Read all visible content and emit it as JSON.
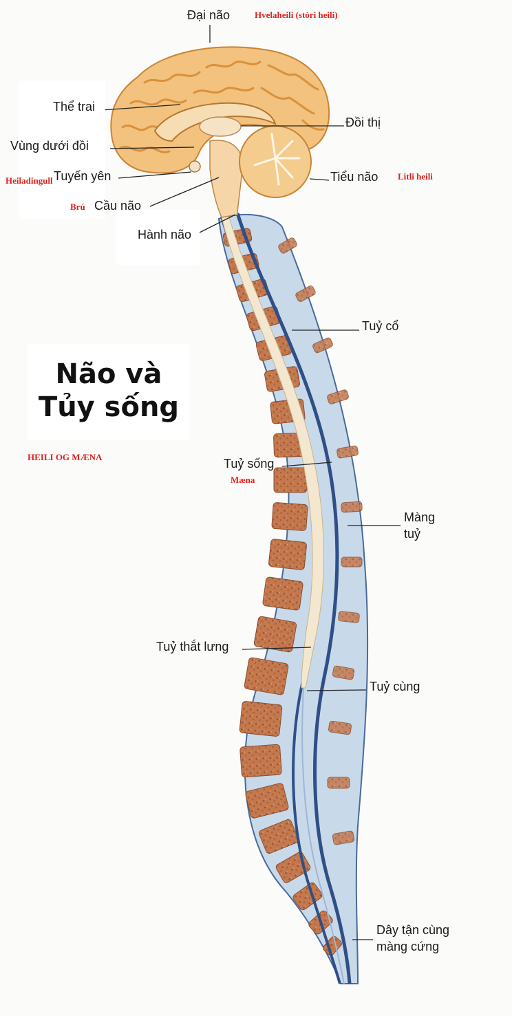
{
  "title": {
    "line1": "Não và",
    "line2": "Tủy sống"
  },
  "labels": {
    "dai_nao": "Đại não",
    "the_trai": "Thể trai",
    "doi_thi": "Đồi thị",
    "vung_duoi_doi": "Vùng dưới đồi",
    "tuyen_yen": "Tuyến yên",
    "tieu_nao": "Tiểu não",
    "cau_nao": "Cầu não",
    "hanh_nao": "Hành não",
    "tuy_co": "Tuỷ cổ",
    "tuy_song": "Tuỷ sống",
    "mang_tuy_1": "Màng",
    "mang_tuy_2": "tuỷ",
    "tuy_that_lung": "Tuỷ thắt lưng",
    "tuy_cung": "Tuỷ cùng",
    "day_tan_cung_1": "Dây tận cùng",
    "day_tan_cung_2": "màng cứng"
  },
  "red_labels": {
    "hvelaheili": "Hvelaheili (stóri heili)",
    "heiladingull": "Heiladingull",
    "litli_heili": "Litli heili",
    "bru": "Brú",
    "heili_og_maena": "HEILI OG MÆNA",
    "maena": "Mæna"
  },
  "colors": {
    "brain": "#f2c27e",
    "brain_fold": "#d9913c",
    "vertebra": "#c67a4f",
    "disc": "#b9d3ea",
    "cord": "#f4e7cf",
    "membrane": "#2f4f86",
    "red_text": "#e0201c"
  }
}
